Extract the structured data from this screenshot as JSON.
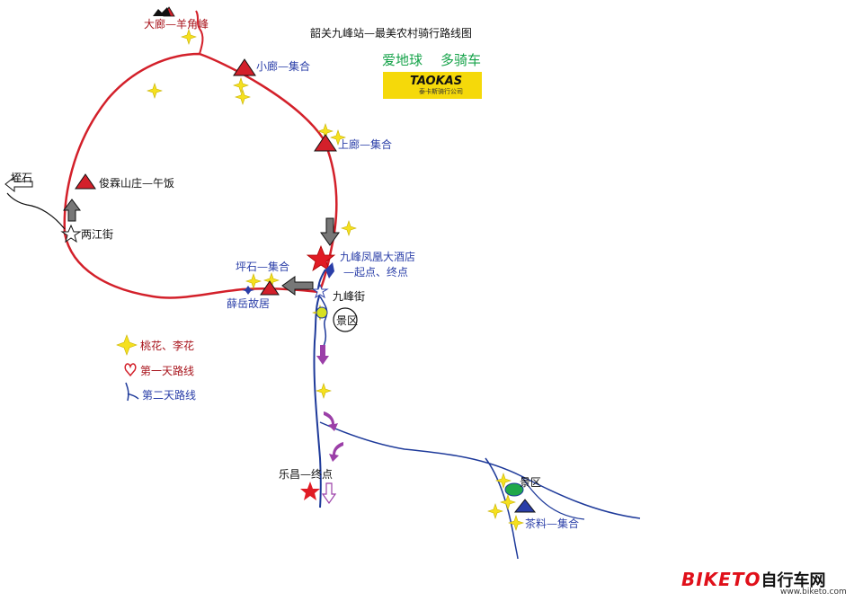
{
  "title": "韶关九峰站—最美农村骑行路线图",
  "slogan": {
    "left": "爱地球",
    "right": "多骑车"
  },
  "sponsor": {
    "logo_text": "TAOKAS",
    "sub_text": "泰卡斯骑行公司"
  },
  "places": {
    "dalang": "大廊—羊角峰",
    "xiaolang": "小廊—集合",
    "shanglang": "上廊—集合",
    "junlin": "俊霖山庄—午饭",
    "yaoshi_left": "垤石",
    "liangjiang": "两江街",
    "pingshi": "坪石—集合",
    "xueyue": "薛岳故居",
    "jiufeng_hotel": "九峰凤凰大酒店",
    "start_end": "—起点、终点",
    "jiufeng_street": "九峰街",
    "scenic_1": "景区",
    "lechang": "乐昌—终点",
    "scenic_2": "景区",
    "chaliao": "茶料—集合"
  },
  "legend": {
    "flowers": "桃花、李花",
    "day1": "第一天路线",
    "day2": "第二天路线"
  },
  "watermark": {
    "brand": "BIKETO",
    "cn": "自行车网",
    "url": "www.biketo.com"
  },
  "colors": {
    "day1_route": "#d3202a",
    "day2_route": "#1e3a9a",
    "marker_red": "#d3202a",
    "marker_blue": "#2a3ea8",
    "flower": "#f5e020",
    "arrow_gray": "#777777",
    "arrow_purple": "#9b3fa8",
    "scenic_green": "#1fa84a"
  }
}
